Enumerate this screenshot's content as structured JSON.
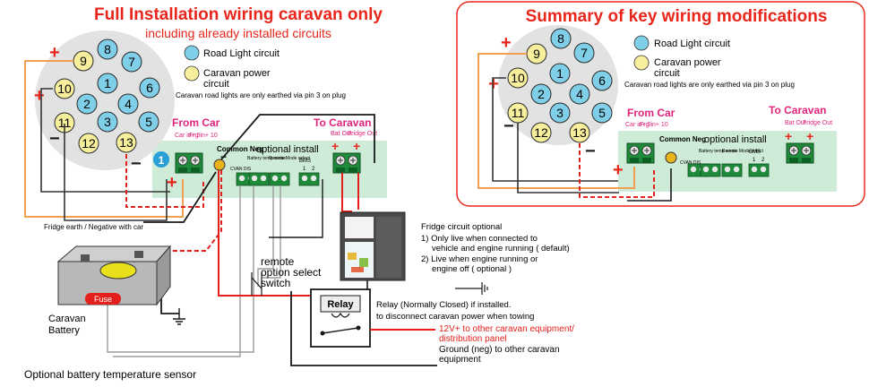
{
  "left": {
    "title": "Full Installation wiring caravan only",
    "subtitle": "including already installed circuits",
    "legend_road": "Road Light circuit",
    "legend_power_1": "Caravan power",
    "legend_power_2": "circuit",
    "earth_note": "Caravan road lights are only earthed via pin 3 on plug",
    "from_car": "From Car",
    "to_caravan": "To Caravan",
    "col_car_in": "Car in+ 9",
    "col_frg_in": "Frg in+ 10",
    "col_bat_out": "Bat Out",
    "col_fridge_out": "Fridge Out",
    "common_neg": "Common Neg",
    "optional_install": "optional install",
    "lbl_cvan": "CVAN DIS",
    "lbl_batt_temp": "Battery temp sense",
    "lbl_remote_mode": "Remote Mode select",
    "lbl_bms": "BMS",
    "bms_1": "1",
    "bms_2": "2",
    "badge": "1",
    "fridge_earth": "Fridge earth / Negative with car",
    "remote_switch_1": "remote",
    "remote_switch_2": "option select",
    "remote_switch_3": "switch",
    "fuse": "Fuse",
    "battery_1": "Caravan",
    "battery_2": "Battery",
    "relay": "Relay",
    "relay_note_1": "Relay (Normally Closed) if installed.",
    "relay_note_2": "to disconnect caravan power when towing",
    "out_12v_1": "12V+ to other caravan equipment/",
    "out_12v_2": "distribution panel",
    "ground_1": "Ground (neg) to other caravan",
    "ground_2": "equipment",
    "fridge_opt_title": "Fridge circuit optional",
    "fridge_opt_1": "1) Only live when connected to",
    "fridge_opt_2": "vehicle  and engine running ( default)",
    "fridge_opt_3": "2) Live when engine running or",
    "fridge_opt_4": "engine off ( optional )",
    "temp_sensor": "Optional battery temperature sensor"
  },
  "right": {
    "title": "Summary of key wiring modifications",
    "legend_road": "Road Light circuit",
    "legend_power_1": "Caravan power",
    "legend_power_2": "circuit",
    "earth_note": "Caravan road lights are only earthed via pin 3 on plug",
    "from_car": "From Car",
    "to_caravan": "To Caravan",
    "col_car_in": "Car in+ 9",
    "col_frg_in": "Frg in+ 10",
    "col_bat_out": "Bat Out",
    "col_fridge_out": "Fridge Out",
    "common_neg": "Common Neg",
    "optional_install": "optional install",
    "lbl_cvan": "CVAN DIS",
    "lbl_batt_temp": "Battery temp sense",
    "lbl_remote_mode": "Remote Mode select",
    "lbl_bms": "BMS",
    "bms_1": "1",
    "bms_2": "2"
  },
  "plug_pins": [
    "8",
    "7",
    "9",
    "1",
    "6",
    "10",
    "2",
    "4",
    "11",
    "3",
    "5",
    "12",
    "13"
  ],
  "symbols": {
    "plus": "+",
    "minus": "−",
    "plus_small": "+"
  },
  "colors": {
    "title_red": "#e8261c",
    "magenta": "#e0237c",
    "road_blue": "#7fcfe8",
    "power_yellow": "#f7ef9c",
    "green_panel": "#cdebd6",
    "terminal_green": "#1f8a3a",
    "wire_orange": "#f0a050",
    "wire_red": "#e3201b",
    "plug_grey": "#e2e2e2"
  },
  "icons": [
    "car-plug-icon",
    "terminal-block-icon",
    "fridge-icon",
    "battery-icon",
    "relay-icon",
    "switch-icon",
    "ground-icon",
    "badge-circle-icon"
  ]
}
